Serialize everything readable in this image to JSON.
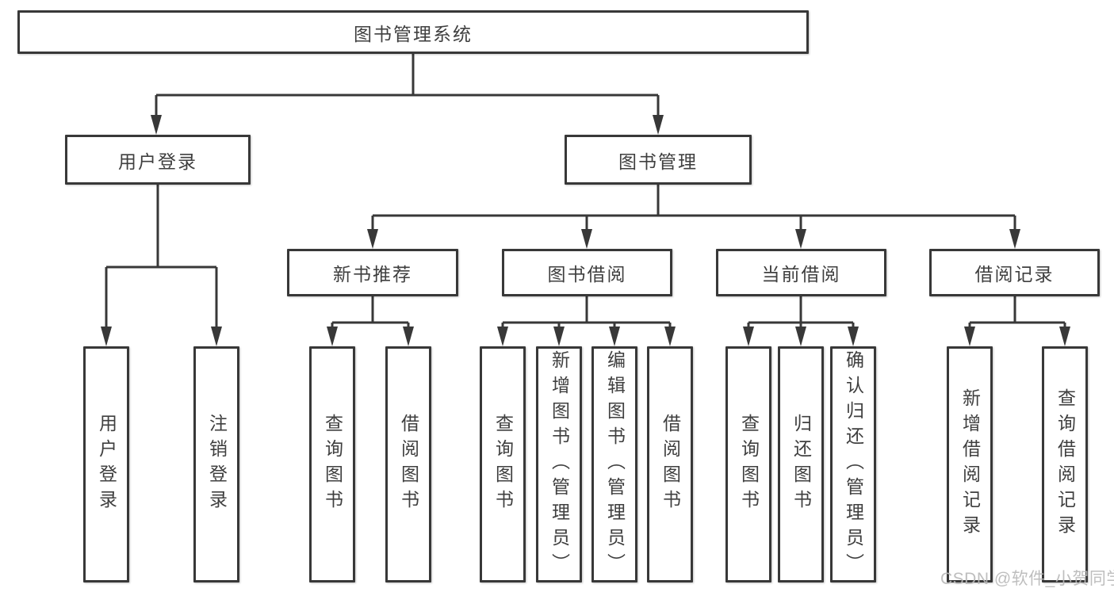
{
  "diagram": {
    "type": "tree",
    "root": {
      "label": "图书管理系统"
    },
    "level2": [
      {
        "label": "用户登录",
        "parent": "图书管理系统"
      },
      {
        "label": "图书管理",
        "parent": "图书管理系统"
      }
    ],
    "level3": [
      {
        "label": "新书推荐",
        "parent": "图书管理"
      },
      {
        "label": "图书借阅",
        "parent": "图书管理"
      },
      {
        "label": "当前借阅",
        "parent": "图书管理"
      },
      {
        "label": "借阅记录",
        "parent": "图书管理"
      }
    ],
    "leaves": [
      {
        "label": "用户登录",
        "parent": "用户登录"
      },
      {
        "label": "注销登录",
        "parent": "用户登录"
      },
      {
        "label": "查询图书",
        "parent": "新书推荐"
      },
      {
        "label": "借阅图书",
        "parent": "新书推荐"
      },
      {
        "label": "查询图书",
        "parent": "图书借阅"
      },
      {
        "label": "新增图书（管理员）",
        "parent": "图书借阅"
      },
      {
        "label": "编辑图书（管理员）",
        "parent": "图书借阅"
      },
      {
        "label": "借阅图书",
        "parent": "图书借阅"
      },
      {
        "label": "查询图书",
        "parent": "当前借阅"
      },
      {
        "label": "归还图书",
        "parent": "当前借阅"
      },
      {
        "label": "确认归还（管理员）",
        "parent": "当前借阅"
      },
      {
        "label": "新增借阅记录",
        "parent": "借阅记录"
      },
      {
        "label": "查询借阅记录",
        "parent": "借阅记录"
      }
    ],
    "colors": {
      "line": "#383838",
      "box_border": "#383838",
      "box_background": "#ffffff",
      "text": "#3f3f3f",
      "watermark": "#b9b9b9",
      "background": "#ffffff"
    }
  },
  "watermark": {
    "text": "CSDN @软件_小贺同学"
  }
}
